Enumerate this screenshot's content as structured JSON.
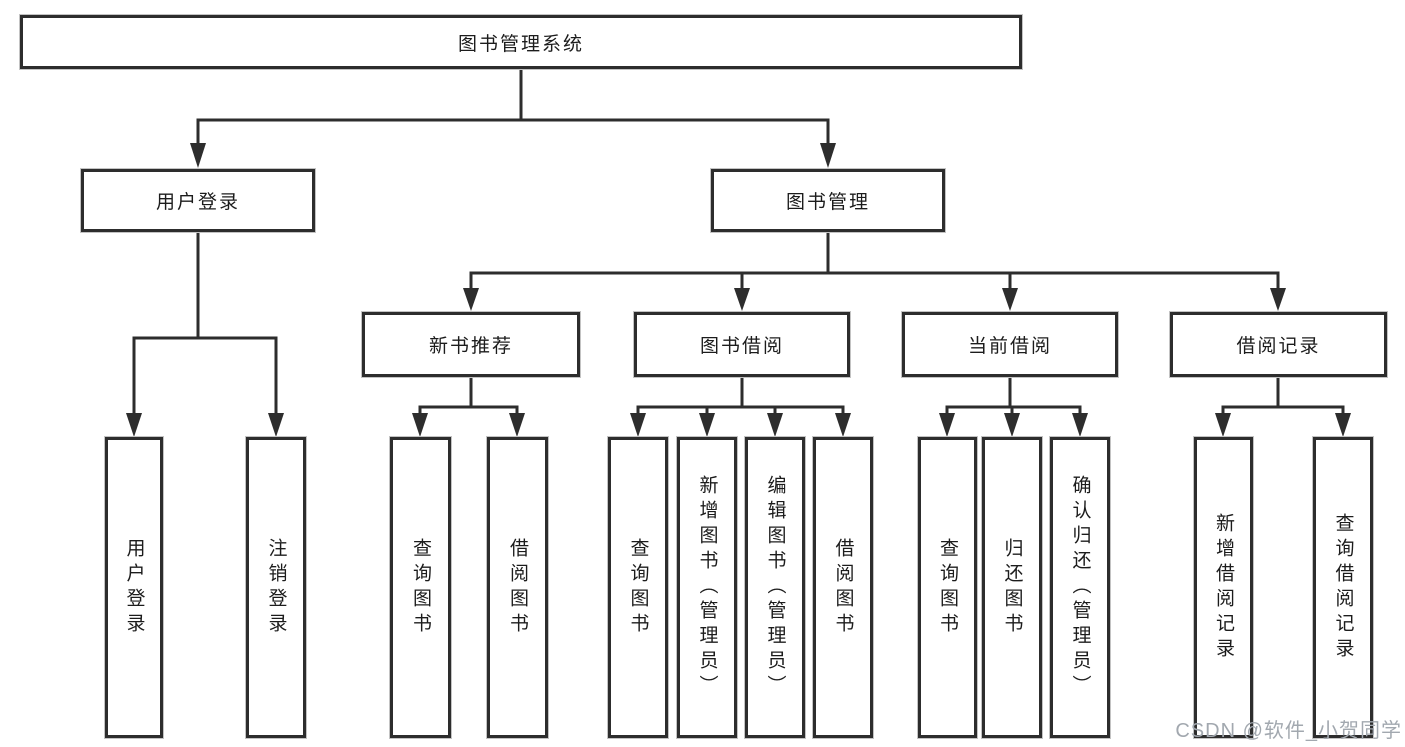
{
  "colors": {
    "line": "#2d2d2d",
    "box_border": "#2d2d2d",
    "background": "#ffffff",
    "watermark_gray": "#a2a8af"
  },
  "tree": {
    "root": "图书管理系统",
    "user_login": {
      "label": "用户登录",
      "leaves": [
        "用户登录",
        "注销登录"
      ]
    },
    "book_mgmt": {
      "label": "图书管理",
      "groups": [
        {
          "label": "新书推荐",
          "leaves": [
            "查询图书",
            "借阅图书"
          ]
        },
        {
          "label": "图书借阅",
          "leaves": [
            "查询图书",
            "新增图书（管理员）",
            "编辑图书（管理员）",
            "借阅图书"
          ]
        },
        {
          "label": "当前借阅",
          "leaves": [
            "查询图书",
            "归还图书",
            "确认归还（管理员）"
          ]
        },
        {
          "label": "借阅记录",
          "leaves": [
            "新增借阅记录",
            "查询借阅记录"
          ]
        }
      ]
    }
  },
  "watermark": {
    "text": "CSDN @软件_小贺同学"
  }
}
